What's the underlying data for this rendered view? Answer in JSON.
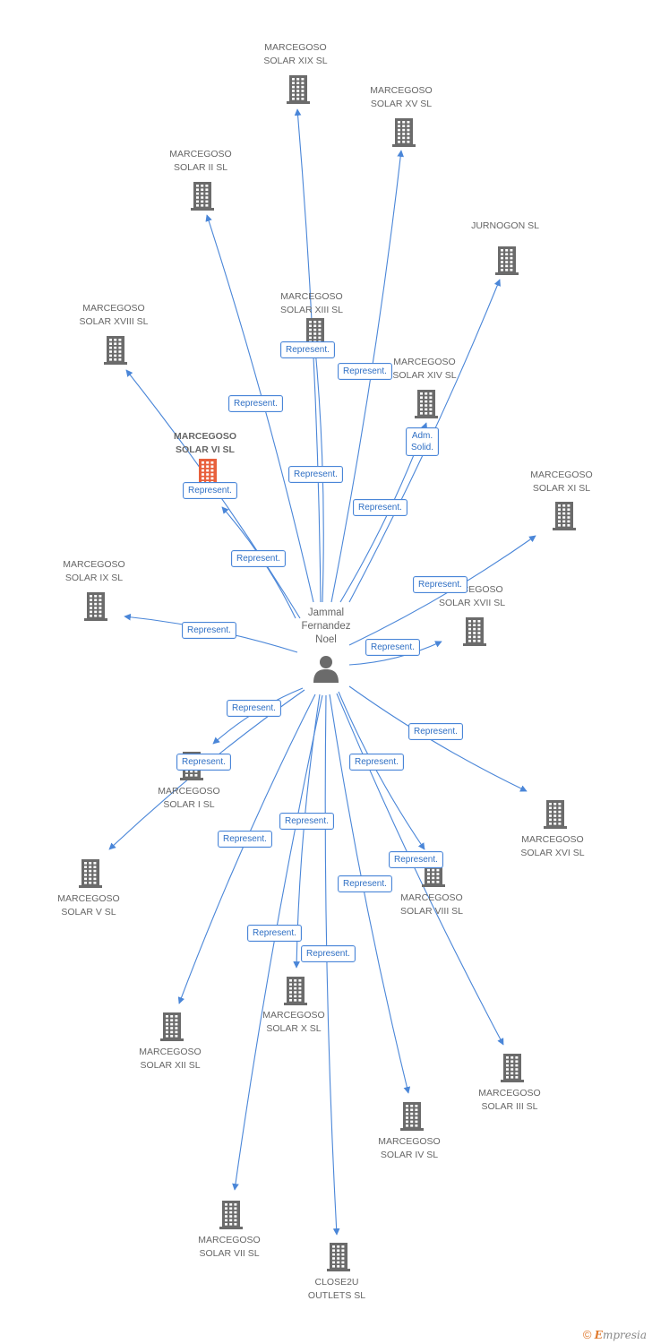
{
  "center": {
    "label": "Jammal\nFernandez\nNoel"
  },
  "companies": [
    {
      "id": "xix",
      "label": "MARCEGOSO\nSOLAR XIX SL"
    },
    {
      "id": "xv",
      "label": "MARCEGOSO\nSOLAR XV SL"
    },
    {
      "id": "ii",
      "label": "MARCEGOSO\nSOLAR II SL"
    },
    {
      "id": "jurnogon",
      "label": "JURNOGON  SL"
    },
    {
      "id": "xviii",
      "label": "MARCEGOSO\nSOLAR XVIII SL"
    },
    {
      "id": "xiii",
      "label": "MARCEGOSO\nSOLAR XIII SL"
    },
    {
      "id": "xiv",
      "label": "MARCEGOSO\nSOLAR XIV SL"
    },
    {
      "id": "vi",
      "label": "MARCEGOSO\nSOLAR VI SL",
      "highlight": true
    },
    {
      "id": "xi",
      "label": "MARCEGOSO\nSOLAR XI SL"
    },
    {
      "id": "ix",
      "label": "MARCEGOSO\nSOLAR IX SL"
    },
    {
      "id": "xvii",
      "label": "MARCEGOSO\nSOLAR XVII SL"
    },
    {
      "id": "i",
      "label": "MARCEGOSO\nSOLAR I SL"
    },
    {
      "id": "xvi",
      "label": "MARCEGOSO\nSOLAR XVI SL"
    },
    {
      "id": "v",
      "label": "MARCEGOSO\nSOLAR V SL"
    },
    {
      "id": "viii",
      "label": "MARCEGOSO\nSOLAR VIII SL"
    },
    {
      "id": "x",
      "label": "MARCEGOSO\nSOLAR X SL"
    },
    {
      "id": "xii",
      "label": "MARCEGOSO\nSOLAR XII SL"
    },
    {
      "id": "iii",
      "label": "MARCEGOSO\nSOLAR III SL"
    },
    {
      "id": "iv",
      "label": "MARCEGOSO\nSOLAR IV SL"
    },
    {
      "id": "vii",
      "label": "MARCEGOSO\nSOLAR VII SL"
    },
    {
      "id": "close2u",
      "label": "CLOSE2U\nOUTLETS SL"
    }
  ],
  "relations": [
    {
      "to": "xix",
      "label": "Represent."
    },
    {
      "to": "xv",
      "label": "Represent."
    },
    {
      "to": "ii",
      "label": "Represent."
    },
    {
      "to": "jurnogon",
      "label": "Adm.\nSolid."
    },
    {
      "to": "xviii",
      "label": "Represent."
    },
    {
      "to": "xiii",
      "label": "Represent."
    },
    {
      "to": "xiv",
      "label": "Represent."
    },
    {
      "to": "vi",
      "label": "Represent."
    },
    {
      "to": "xi",
      "label": "Represent."
    },
    {
      "to": "ix",
      "label": "Represent."
    },
    {
      "to": "xvii",
      "label": "Represent."
    },
    {
      "to": "i",
      "label": "Represent."
    },
    {
      "to": "xvi",
      "label": "Represent."
    },
    {
      "to": "v",
      "label": "Represent."
    },
    {
      "to": "viii",
      "label": "Represent."
    },
    {
      "to": "x",
      "label": "Represent."
    },
    {
      "to": "xii",
      "label": "Represent."
    },
    {
      "to": "iii",
      "label": "Represent."
    },
    {
      "to": "iv",
      "label": "Represent."
    },
    {
      "to": "vii",
      "label": "Represent."
    },
    {
      "to": "close2u",
      "label": "Represent."
    }
  ],
  "colors": {
    "edge": "#4a86d8",
    "building": "#6b6b6b",
    "highlight_building": "#e8603c",
    "person": "#6b6b6b"
  },
  "footer": {
    "copyright": "©",
    "brand_initial": "E",
    "brand_rest": "mpresia"
  }
}
